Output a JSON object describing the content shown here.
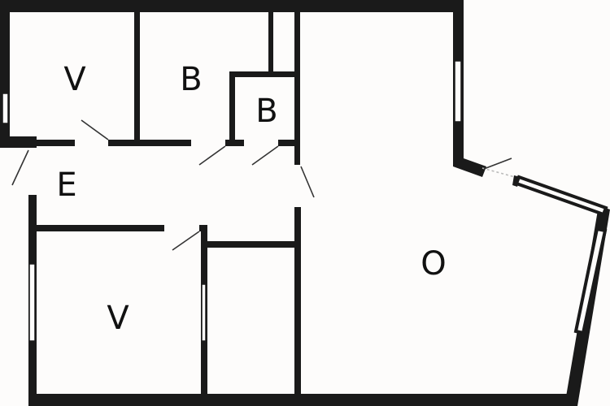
{
  "floor_plan": {
    "rooms": [
      {
        "id": "bedroom-top",
        "label": "V"
      },
      {
        "id": "bath-large",
        "label": "B"
      },
      {
        "id": "bath-small",
        "label": "B"
      },
      {
        "id": "entry",
        "label": "E"
      },
      {
        "id": "living",
        "label": "O"
      },
      {
        "id": "bedroom-bottom",
        "label": "V"
      }
    ],
    "colors": {
      "wall": "#1a1a1a",
      "background": "#fdfcfb"
    }
  }
}
